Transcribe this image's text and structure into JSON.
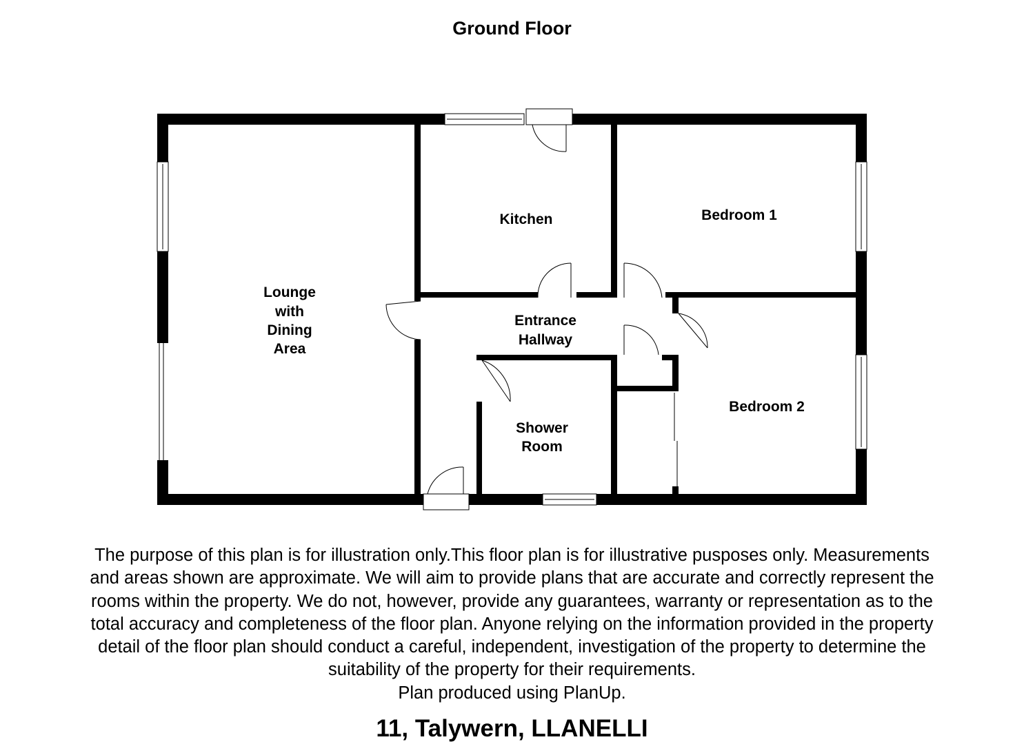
{
  "title": "Ground Floor",
  "rooms": {
    "lounge": [
      "Lounge",
      "with",
      "Dining",
      "Area"
    ],
    "kitchen": "Kitchen",
    "bedroom1": "Bedroom 1",
    "hallway": [
      "Entrance",
      "Hallway"
    ],
    "shower": [
      "Shower",
      "Room"
    ],
    "bedroom2": "Bedroom 2"
  },
  "disclaimer": [
    "The purpose of this plan is for illustration only.This floor plan is for illustrative pusposes only.  Measurements",
    "and areas shown are approximate.  We will aim to provide plans that are accurate and correctly represent the",
    "rooms within the property.  We do not, however, provide any guarantees, warranty or representation as to the",
    "total accuracy and completeness of the floor plan.  Anyone relying on the information provided in the property",
    "detail of the floor plan should conduct a careful, independent, investigation of the property to determine the",
    "suitability of the property for their requirements.",
    "Plan produced using PlanUp."
  ],
  "address": "11, Talywern, LLANELLI"
}
